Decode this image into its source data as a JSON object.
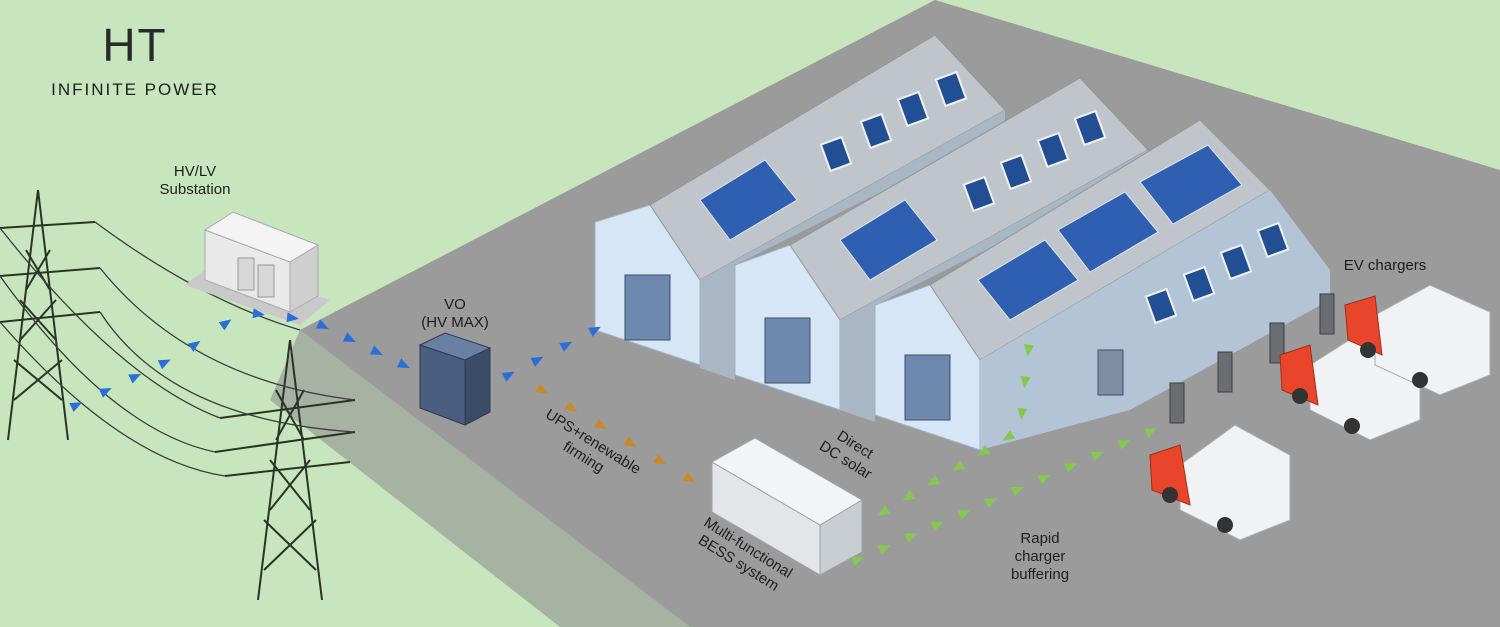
{
  "logo": {
    "mark": "HT",
    "text": "INFINITE POWER"
  },
  "labels": {
    "substation": [
      "HV/LV",
      "Substation"
    ],
    "vo": [
      "VO",
      "(HV MAX)"
    ],
    "ups": [
      "UPS+renewable",
      "firming"
    ],
    "bess": [
      "Multi-functional",
      "BESS system"
    ],
    "solar": [
      "Direct",
      "DC solar"
    ],
    "rapid": [
      "Rapid",
      "charger",
      "buffering"
    ],
    "ev": [
      "EV chargers"
    ]
  },
  "colors": {
    "background": "#c8e6bd",
    "ground": "#9a9a9a",
    "grid_flow": "#2b6fd6",
    "ups_flow": "#c98a2c",
    "dc_flow": "#84c94f",
    "truck_cab": "#e8452a",
    "solar_panel": "#2f5fb0"
  }
}
